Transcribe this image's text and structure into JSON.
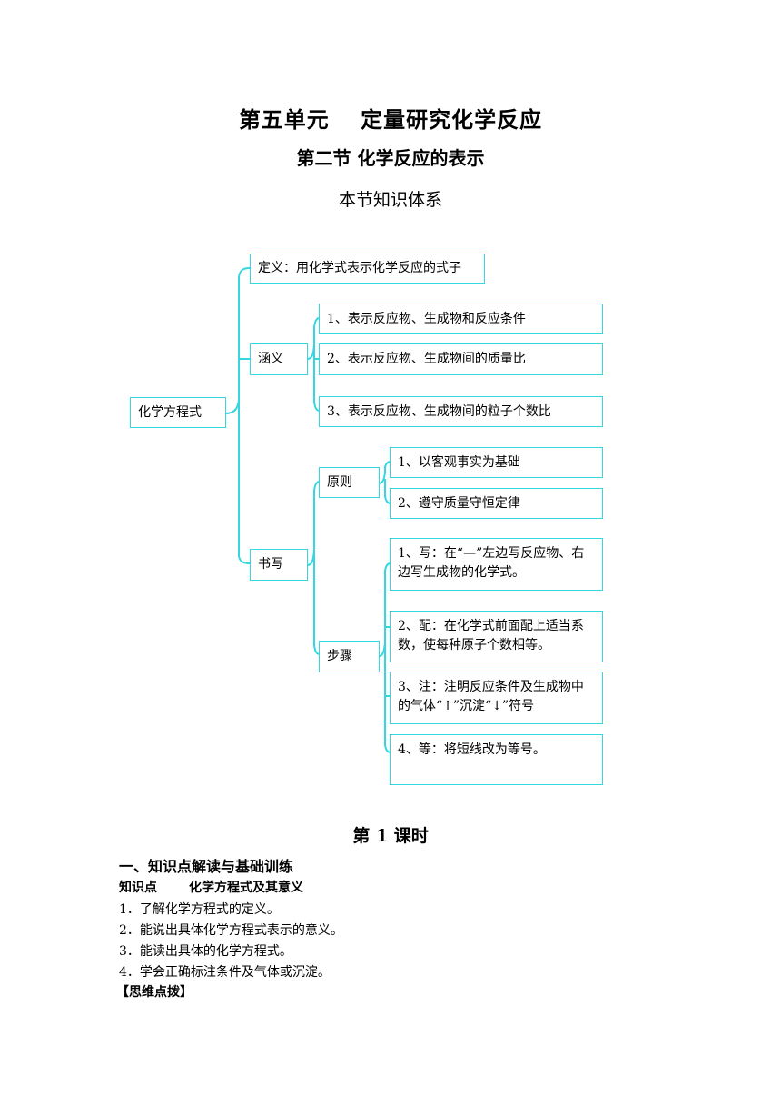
{
  "header": {
    "unit_title": "第五单元　 定量研究化学反应",
    "section_title": "第二节 化学反应的表示",
    "subtitle": "本节知识体系"
  },
  "diagram": {
    "root": "化学方程式",
    "definition": "定义：用化学式表示化学反应的式子",
    "meaning": {
      "label": "涵义",
      "items": [
        "1、表示反应物、生成物和反应条件",
        "2、表示反应物、生成物间的质量比",
        "3、表示反应物、生成物间的粒子个数比"
      ]
    },
    "writing": {
      "label": "书写",
      "principle": {
        "label": "原则",
        "items": [
          "1、以客观事实为基础",
          "2、遵守质量守恒定律"
        ]
      },
      "steps": {
        "label": "步骤",
        "items": [
          "1、写：在“—”左边写反应物、右边写生成物的化学式。",
          "2、配：在化学式前面配上适当系数，使每种原子个数相等。",
          "3、注：注明反应条件及生成物中的气体“↑”沉淀“↓”符号",
          "4、等：将短线改为等号。"
        ]
      }
    },
    "colors": {
      "line": "#35d6e0"
    }
  },
  "lesson": {
    "heading": "第 1 课时",
    "section": "一、知识点解读与基础训练",
    "kp_label": "知识点",
    "kp_title": "化学方程式及其意义",
    "points": [
      "1．了解化学方程式的定义。",
      "2．能说出具体化学方程式表示的意义。",
      "3．能读出具体的化学方程式。",
      "4．学会正确标注条件及气体或沉淀。"
    ],
    "tip": "【思维点拨】"
  }
}
